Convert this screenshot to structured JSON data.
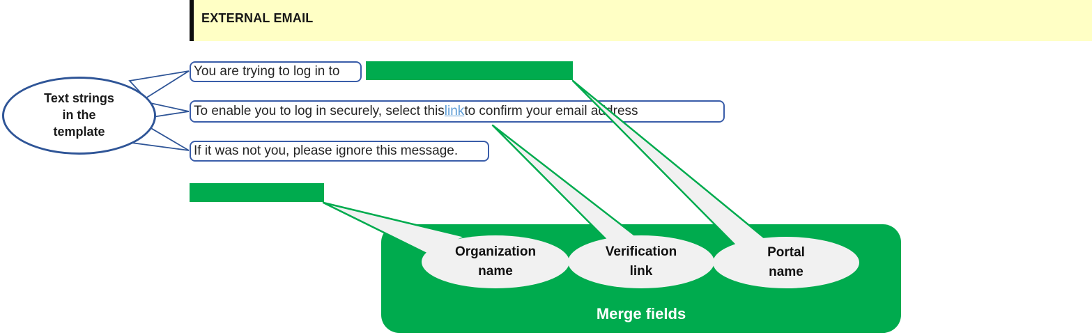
{
  "banner": {
    "label": "EXTERNAL EMAIL",
    "background_color": "#FFFFC5",
    "bar_color": "#0d0d0d"
  },
  "source_callout": {
    "line1": "Text strings",
    "line2": "in the",
    "line3": "template",
    "border_color": "#2F5597"
  },
  "template_strings": {
    "string1": {
      "text": "You are trying to log in to"
    },
    "string2": {
      "before": "To enable you to log in securely, select this ",
      "link": "link",
      "after": " to confirm your email address",
      "link_color": "#5B9BD5"
    },
    "string3": {
      "text": "If it was not you, please ignore this message."
    },
    "box_border_color": "#3A5DA9"
  },
  "merge_fields": {
    "title": "Merge fields",
    "box_color": "#00AB4E",
    "oval_color": "#F1F1F1",
    "fields": {
      "organization": {
        "line1": "Organization",
        "line2": "name"
      },
      "verification": {
        "line1": "Verification",
        "line2": "link"
      },
      "portal": {
        "line1": "Portal",
        "line2": "name"
      }
    }
  }
}
